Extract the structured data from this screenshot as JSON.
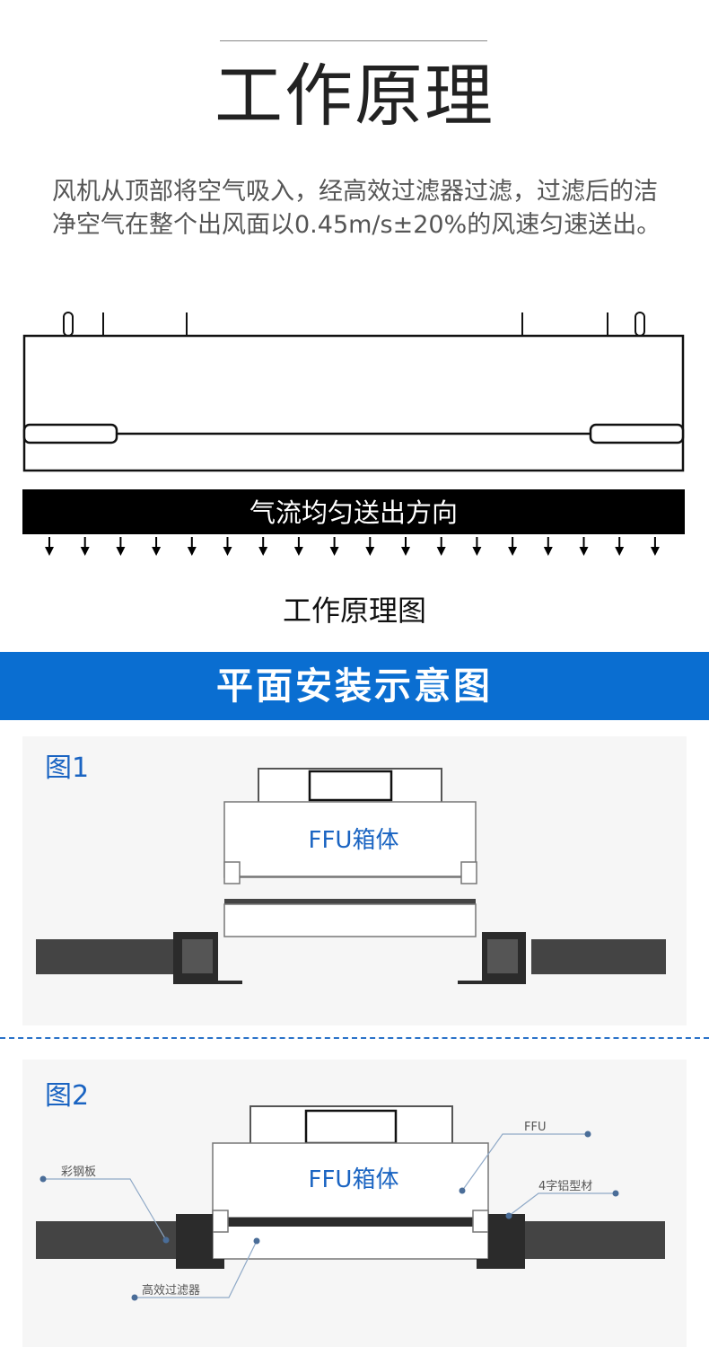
{
  "header": {
    "title": "工作原理",
    "description": "风机从顶部将空气吸入，经高效过滤器过滤，过滤后的洁净空气在整个出风面以0.45m/s±20%的风速匀速送出。"
  },
  "principle_figure": {
    "airflow_label": "气流均匀送出方向",
    "caption": "工作原理图"
  },
  "banner": {
    "title": "平面安装示意图"
  },
  "figure1": {
    "label": "图1",
    "box_label": "FFU箱体"
  },
  "figure2": {
    "label": "图2",
    "box_label": "FFU箱体",
    "annotations": {
      "ffu": "FFU",
      "steel_plate": "彩钢板",
      "profile": "4字铝型材",
      "filter": "高效过滤器"
    }
  },
  "colors": {
    "accent": "#0a6ed1",
    "label_blue": "#1a64c2",
    "dark_panel": "#444444"
  }
}
